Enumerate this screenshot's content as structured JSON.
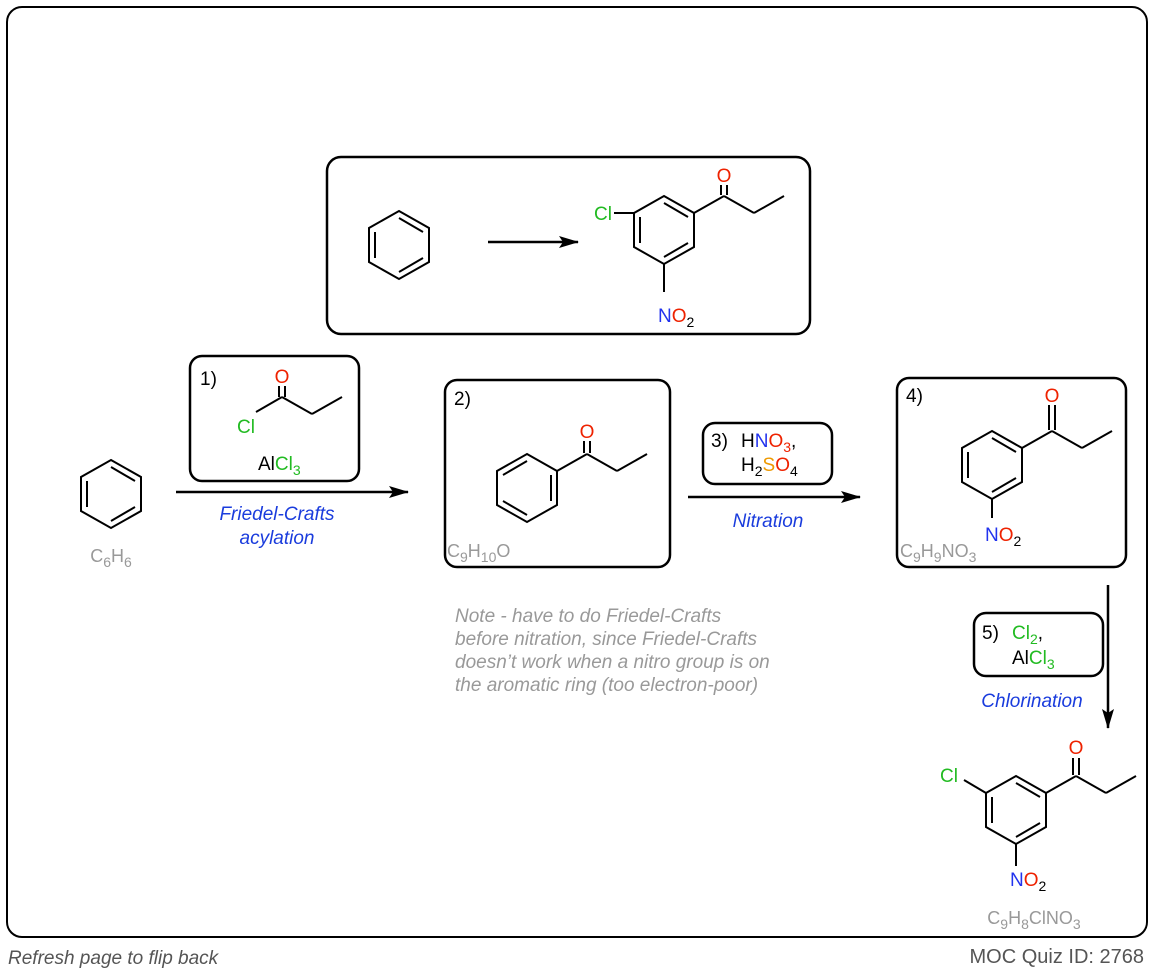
{
  "colors": {
    "chlorine": "#22bb22",
    "nitrogen": "#2233ee",
    "oxygen": "#ee2200",
    "sulfur": "#ee9900",
    "formula": "#999999",
    "reaction_label": "#1a3cdd",
    "note": "#999999",
    "footer": "#555555"
  },
  "target": {
    "atoms": {
      "cl": "Cl",
      "o": "O",
      "n": "N",
      "o2": "O",
      "o2_sub": "2"
    }
  },
  "steps": [
    {
      "number": "1)",
      "reagent_atoms": {
        "o": "O",
        "cl": "Cl"
      },
      "lewis_acid": {
        "al": "Al",
        "cl": "Cl",
        "sub": "3"
      },
      "label_lines": [
        "Friedel-Crafts",
        "acylation"
      ]
    },
    {
      "number": "2)",
      "intermediate_o": "O",
      "formula": [
        {
          "t": "C"
        },
        {
          "t": "9",
          "s": 1
        },
        {
          "t": "H"
        },
        {
          "t": "10",
          "s": 1
        },
        {
          "t": "O"
        }
      ]
    },
    {
      "number": "3)",
      "reagent_line1": [
        {
          "t": "H"
        },
        {
          "t": "N",
          "c": "nitrogen"
        },
        {
          "t": "O",
          "c": "oxygen"
        },
        {
          "t": "3",
          "s": 1,
          "c": "oxygen"
        },
        {
          "t": ","
        }
      ],
      "reagent_line2": [
        {
          "t": "H"
        },
        {
          "t": "2",
          "s": 1
        },
        {
          "t": "S",
          "c": "sulfur"
        },
        {
          "t": "O",
          "c": "oxygen"
        },
        {
          "t": "4",
          "s": 1
        }
      ],
      "label": "Nitration"
    },
    {
      "number": "4)",
      "atoms": {
        "o": "O",
        "n": "N",
        "o2": "O",
        "o2_sub": "2"
      },
      "formula": [
        {
          "t": "C"
        },
        {
          "t": "9",
          "s": 1
        },
        {
          "t": "H"
        },
        {
          "t": "9",
          "s": 1
        },
        {
          "t": "NO"
        },
        {
          "t": "3",
          "s": 1
        }
      ]
    },
    {
      "number": "5)",
      "reagent_line1": [
        {
          "t": "Cl",
          "c": "chlorine"
        },
        {
          "t": "2",
          "s": 1,
          "c": "chlorine"
        },
        {
          "t": ","
        }
      ],
      "reagent_line2": [
        {
          "t": "Al"
        },
        {
          "t": "Cl",
          "c": "chlorine"
        },
        {
          "t": "3",
          "s": 1,
          "c": "chlorine"
        }
      ],
      "label": "Chlorination"
    }
  ],
  "start_formula": [
    {
      "t": "C"
    },
    {
      "t": "6",
      "s": 1
    },
    {
      "t": "H"
    },
    {
      "t": "6",
      "s": 1
    }
  ],
  "product": {
    "atoms": {
      "cl": "Cl",
      "o": "O",
      "n": "N",
      "o2": "O",
      "o2_sub": "2"
    },
    "formula": [
      {
        "t": "C"
      },
      {
        "t": "9",
        "s": 1
      },
      {
        "t": "H"
      },
      {
        "t": "8",
        "s": 1
      },
      {
        "t": "ClNO"
      },
      {
        "t": "3",
        "s": 1
      }
    ]
  },
  "note_lines": [
    "Note - have to do Friedel-Crafts",
    "before nitration, since Friedel-Crafts",
    "doesn’t work when a nitro group is on",
    "the aromatic ring (too electron-poor)"
  ],
  "footer": {
    "flip_text": "Refresh page to flip back",
    "quiz_id": "MOC Quiz ID: 2768"
  }
}
